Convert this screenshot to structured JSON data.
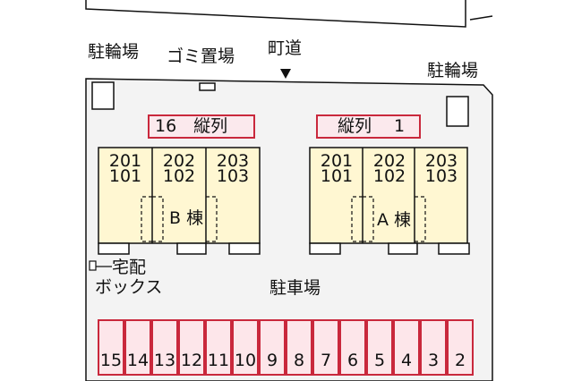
{
  "labels": {
    "bicycle_left": "駐輪場",
    "bicycle_right": "駐輪場",
    "garbage": "ゴミ置場",
    "road": "町道",
    "parking": "駐車場",
    "delivery_box_line1": "宅配",
    "delivery_box_line2": "ボックス"
  },
  "banners": {
    "left": "16　縦列",
    "right": "縦列　 1"
  },
  "buildings": {
    "B": {
      "name": "B 棟",
      "units": [
        {
          "top": "201",
          "bottom": "101"
        },
        {
          "top": "202",
          "bottom": "102"
        },
        {
          "top": "203",
          "bottom": "103"
        }
      ]
    },
    "A": {
      "name": "A 棟",
      "units": [
        {
          "top": "201",
          "bottom": "101"
        },
        {
          "top": "202",
          "bottom": "102"
        },
        {
          "top": "203",
          "bottom": "103"
        }
      ]
    }
  },
  "parking_spaces": [
    "15",
    "14",
    "13",
    "12",
    "11",
    "10",
    "9",
    "8",
    "7",
    "6",
    "5",
    "4",
    "3",
    "2"
  ],
  "colors": {
    "building_fill": "#fff7d2",
    "space_fill": "#fde6ea",
    "space_border": "#c9283c",
    "lot_fill": "#f3f3f3"
  }
}
